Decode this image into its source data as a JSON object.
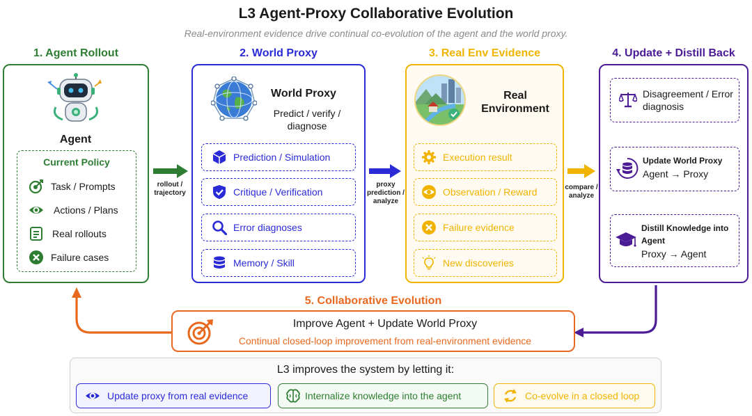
{
  "header": {
    "title": "L3 Agent-Proxy Collaborative Evolution",
    "subtitle": "Real-environment evidence drive continual co-evolution of the agent and the world proxy."
  },
  "colors": {
    "green": "#2e7d32",
    "blue": "#2a2ad6",
    "amber": "#f0b400",
    "purple": "#4b1c96",
    "orange": "#e8691e"
  },
  "stage1": {
    "header": "1. Agent Rollout",
    "name": "Agent",
    "policy_title": "Current Policy",
    "items": [
      "Task / Prompts",
      "Actions / Plans",
      "Real rollouts",
      "Failure cases"
    ]
  },
  "stage2": {
    "header": "2. World Proxy",
    "name": "World Proxy",
    "desc": "Predict / verify / diagnose",
    "items": [
      "Prediction / Simulation",
      "Critique / Verification",
      "Error diagnoses",
      "Memory / Skill"
    ]
  },
  "stage3": {
    "header": "3. Real Env Evidence",
    "name": "Real Environment",
    "items": [
      "Execution result",
      "Observation / Reward",
      "Failure evidence",
      "New discoveries"
    ]
  },
  "stage4": {
    "header": "4. Update + Distill Back",
    "box1": "Disagreement / Error diagnosis",
    "box2_title": "Update World Proxy",
    "box2_flow": "Agent →  Proxy",
    "box3_title": "Distill Knowledge into Agent",
    "box3_flow": "Proxy →  Agent"
  },
  "arrows": {
    "a1": "rollout / trajectory",
    "a2": "proxy prediction / analyze",
    "a3": "compare / analyze"
  },
  "stage5": {
    "header": "5. Collaborative Evolution",
    "main": "Improve Agent + Update World Proxy",
    "sub": "Continual closed-loop improvement from real-environment evidence"
  },
  "bottom": {
    "title": "L3 improves the system by letting it:",
    "items": [
      "Update proxy from real evidence",
      "Internalize knowledge into the agent",
      "Co-evolve in a closed loop"
    ]
  }
}
